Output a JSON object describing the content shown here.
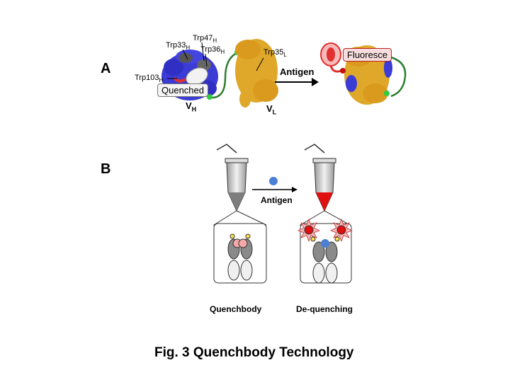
{
  "panels": {
    "a_letter": "A",
    "b_letter": "B"
  },
  "panel_a": {
    "residues": [
      {
        "name": "Trp33",
        "sub": "H"
      },
      {
        "name": "Trp47",
        "sub": "H"
      },
      {
        "name": "Trp36",
        "sub": "H"
      },
      {
        "name": "Trp103",
        "sub": "H"
      },
      {
        "name": "Trp35",
        "sub": "L"
      }
    ],
    "quenched_label": "Quenched",
    "vh_label": {
      "main": "V",
      "sub": "H"
    },
    "vl_label": {
      "main": "V",
      "sub": "L"
    },
    "arrow_label": "Antigen",
    "fluoresce_label": "Fluoresce",
    "colors": {
      "vh": "#3b3bd6",
      "vl": "#e0a82a",
      "linker": "#2e7d2e",
      "dye": "#e03030"
    }
  },
  "panel_b": {
    "arrow_label": "Antigen",
    "left_caption": "Quenchbody",
    "right_caption": "De-quenching",
    "colors": {
      "antigen": "#4a7fd4",
      "tube_signal": "#e01010"
    }
  },
  "figure_caption": "Fig. 3  Quenchbody Technology"
}
